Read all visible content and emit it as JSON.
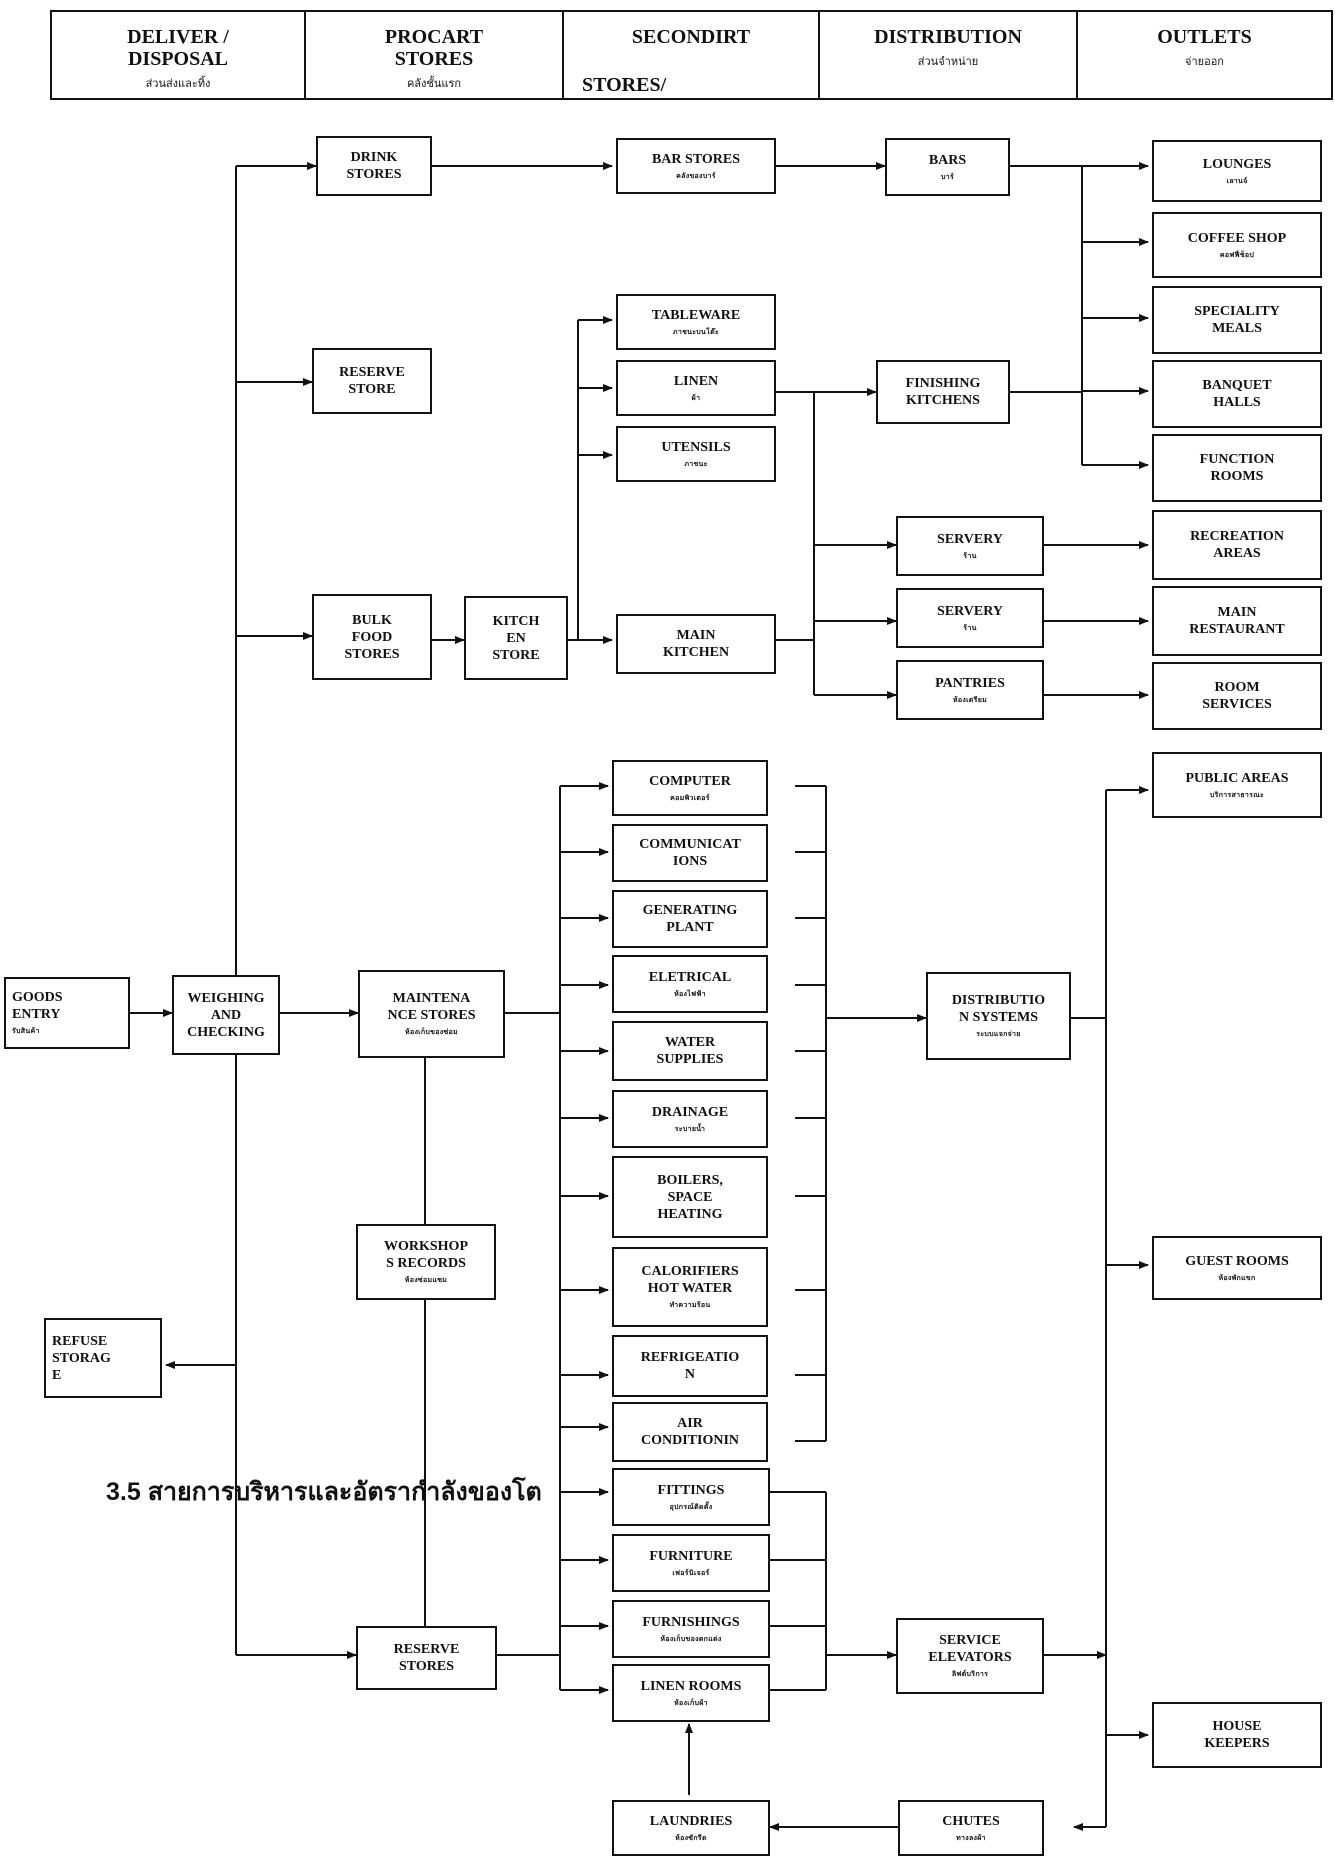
{
  "header": {
    "columns": [
      {
        "title": "DELIVER /\nDISPOSAL",
        "sub": "ส่วนส่งและทิ้ง"
      },
      {
        "title": "PROCART\nSTORES",
        "sub": "คลังชั้นแรก"
      },
      {
        "title": "SECONDIRT",
        "sub": "",
        "extra": "STORES/"
      },
      {
        "title": "DISTRIBUTION",
        "sub": "ส่วนจำหน่าย"
      },
      {
        "title": "OUTLETS",
        "sub": "จ่ายออก"
      }
    ]
  },
  "nodes": {
    "drink_stores": {
      "label": "DRINK\nSTORES",
      "sub": ""
    },
    "reserve_store": {
      "label": "RESERVE\nSTORE",
      "sub": ""
    },
    "bulk_food_stores": {
      "label": "BULK\nFOOD\nSTORES",
      "sub": ""
    },
    "kitchen_store": {
      "label": "KITCH\nEN\nSTORE",
      "sub": ""
    },
    "bar_stores": {
      "label": "BAR STORES",
      "sub": "คลังของบาร์"
    },
    "tableware": {
      "label": "TABLEWARE",
      "sub": "ภาชนะบนโต๊ะ"
    },
    "linen": {
      "label": "LINEN",
      "sub": "ผ้า"
    },
    "utensils": {
      "label": "UTENSILS",
      "sub": "ภาชนะ"
    },
    "main_kitchen": {
      "label": "MAIN\nKITCHEN",
      "sub": ""
    },
    "bars": {
      "label": "BARS",
      "sub": "บาร์"
    },
    "finishing_kitchens": {
      "label": "FINISHING\nKITCHENS",
      "sub": ""
    },
    "servery_1": {
      "label": "SERVERY",
      "sub": "ร้าน"
    },
    "servery_2": {
      "label": "SERVERY",
      "sub": "ร้าน"
    },
    "pantries": {
      "label": "PANTRIES",
      "sub": "ห้องเตรียม"
    },
    "lounges": {
      "label": "LOUNGES",
      "sub": "เลานจ์"
    },
    "coffee_shop": {
      "label": "COFFEE SHOP",
      "sub": "คอฟฟี่ช็อป"
    },
    "speciality_meals": {
      "label": "SPECIALITY\nMEALS",
      "sub": ""
    },
    "banquet_halls": {
      "label": "BANQUET\nHALLS",
      "sub": ""
    },
    "function_rooms": {
      "label": "FUNCTION\nROOMS",
      "sub": ""
    },
    "recreation_areas": {
      "label": "RECREATION\nAREAS",
      "sub": ""
    },
    "main_restaurant": {
      "label": "MAIN\nRESTAURANT",
      "sub": ""
    },
    "room_services": {
      "label": "ROOM\nSERVICES",
      "sub": ""
    },
    "public_areas": {
      "label": "PUBLIC AREAS",
      "sub": "บริการสาธารณะ"
    },
    "goods_entry": {
      "label": "GOODS\nENTRY",
      "sub": "รับสินค้า"
    },
    "weighing_checking": {
      "label": "WEIGHING\nAND\nCHECKING",
      "sub": ""
    },
    "maintenance_stores": {
      "label": "MAINTENA\nNCE STORES",
      "sub": "ห้องเก็บของซ่อม"
    },
    "workshops_records": {
      "label": "WORKSHOP\nS RECORDS",
      "sub": "ห้องซ่อมแซม"
    },
    "refuse_storage": {
      "label": "REFUSE\nSTORAG\nE",
      "sub": ""
    },
    "reserve_stores": {
      "label": "RESERVE\nSTORES",
      "sub": ""
    },
    "computer": {
      "label": "COMPUTER",
      "sub": "คอมพิวเตอร์"
    },
    "communications": {
      "label": "COMMUNICAT\nIONS",
      "sub": ""
    },
    "generating_plant": {
      "label": "GENERATING\nPLANT",
      "sub": ""
    },
    "eletrical": {
      "label": "ELETRICAL",
      "sub": "ห้องไฟฟ้า"
    },
    "water_supplies": {
      "label": "WATER\nSUPPLIES",
      "sub": ""
    },
    "drainage": {
      "label": "DRAINAGE",
      "sub": "ระบายน้ำ"
    },
    "boilers": {
      "label": "BOILERS,\nSPACE\nHEATING",
      "sub": ""
    },
    "calorifiers": {
      "label": "CALORIFIERS\nHOT WATER",
      "sub": "ทำความร้อน"
    },
    "refrigeration": {
      "label": "REFRIGEATIO\nN",
      "sub": ""
    },
    "air_conditioning": {
      "label": "AIR\nCONDITIONIN",
      "sub": ""
    },
    "fittings": {
      "label": "FITTINGS",
      "sub": "อุปกรณ์ติดตั้ง"
    },
    "furniture": {
      "label": "FURNITURE",
      "sub": "เฟอร์นิเจอร์"
    },
    "furnishings": {
      "label": "FURNISHINGS",
      "sub": "ห้องเก็บของตกแต่ง"
    },
    "linen_rooms": {
      "label": "LINEN ROOMS",
      "sub": "ห้องเก็บผ้า"
    },
    "distribution_systems": {
      "label": "DISTRIBUTIO\nN SYSTEMS",
      "sub": "ระบบแจกจ่าย"
    },
    "service_elevators": {
      "label": "SERVICE\nELEVATORS",
      "sub": "ลิฟต์บริการ"
    },
    "guest_rooms": {
      "label": "GUEST ROOMS",
      "sub": "ห้องพักแขก"
    },
    "house_keepers": {
      "label": "HOUSE\nKEEPERS",
      "sub": ""
    },
    "laundries": {
      "label": "LAUNDRIES",
      "sub": "ห้องซักรีด"
    },
    "chutes": {
      "label": "CHUTES",
      "sub": "ทางลงผ้า"
    }
  },
  "caption": "3.5 สายการบริหารและอัตรากำลังของโต"
}
